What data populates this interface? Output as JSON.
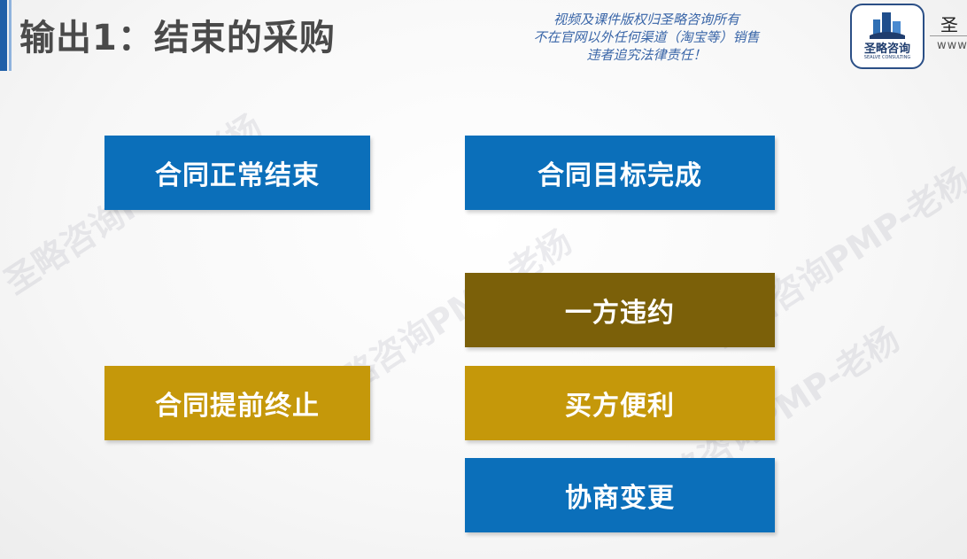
{
  "slide": {
    "title": "输出1：结束的采购",
    "copyright_lines": [
      "视频及课件版权归圣略咨询所有",
      "不在官网以外任何渠道（淘宝等）销售",
      "违者追究法律责任！"
    ],
    "logo": {
      "name": "圣略咨询",
      "subtitle": "SEALVE CONSULTING",
      "side_char": "圣",
      "url": "www"
    },
    "watermarks": [
      "圣略咨询PMP-老杨",
      "圣略咨询PMP-老杨",
      "圣略咨询PMP-老杨",
      "圣略咨询PMP-老杨"
    ]
  },
  "boxes": {
    "normal_end": "合同正常结束",
    "goal_complete": "合同目标完成",
    "early_termination": "合同提前终止",
    "one_party_breach": "一方违约",
    "buyer_convenience": "买方便利",
    "negotiated_change": "协商变更"
  },
  "colors": {
    "blue": "#0b6fba",
    "gold": "#c5980a",
    "dark_gold": "#7b6009"
  }
}
